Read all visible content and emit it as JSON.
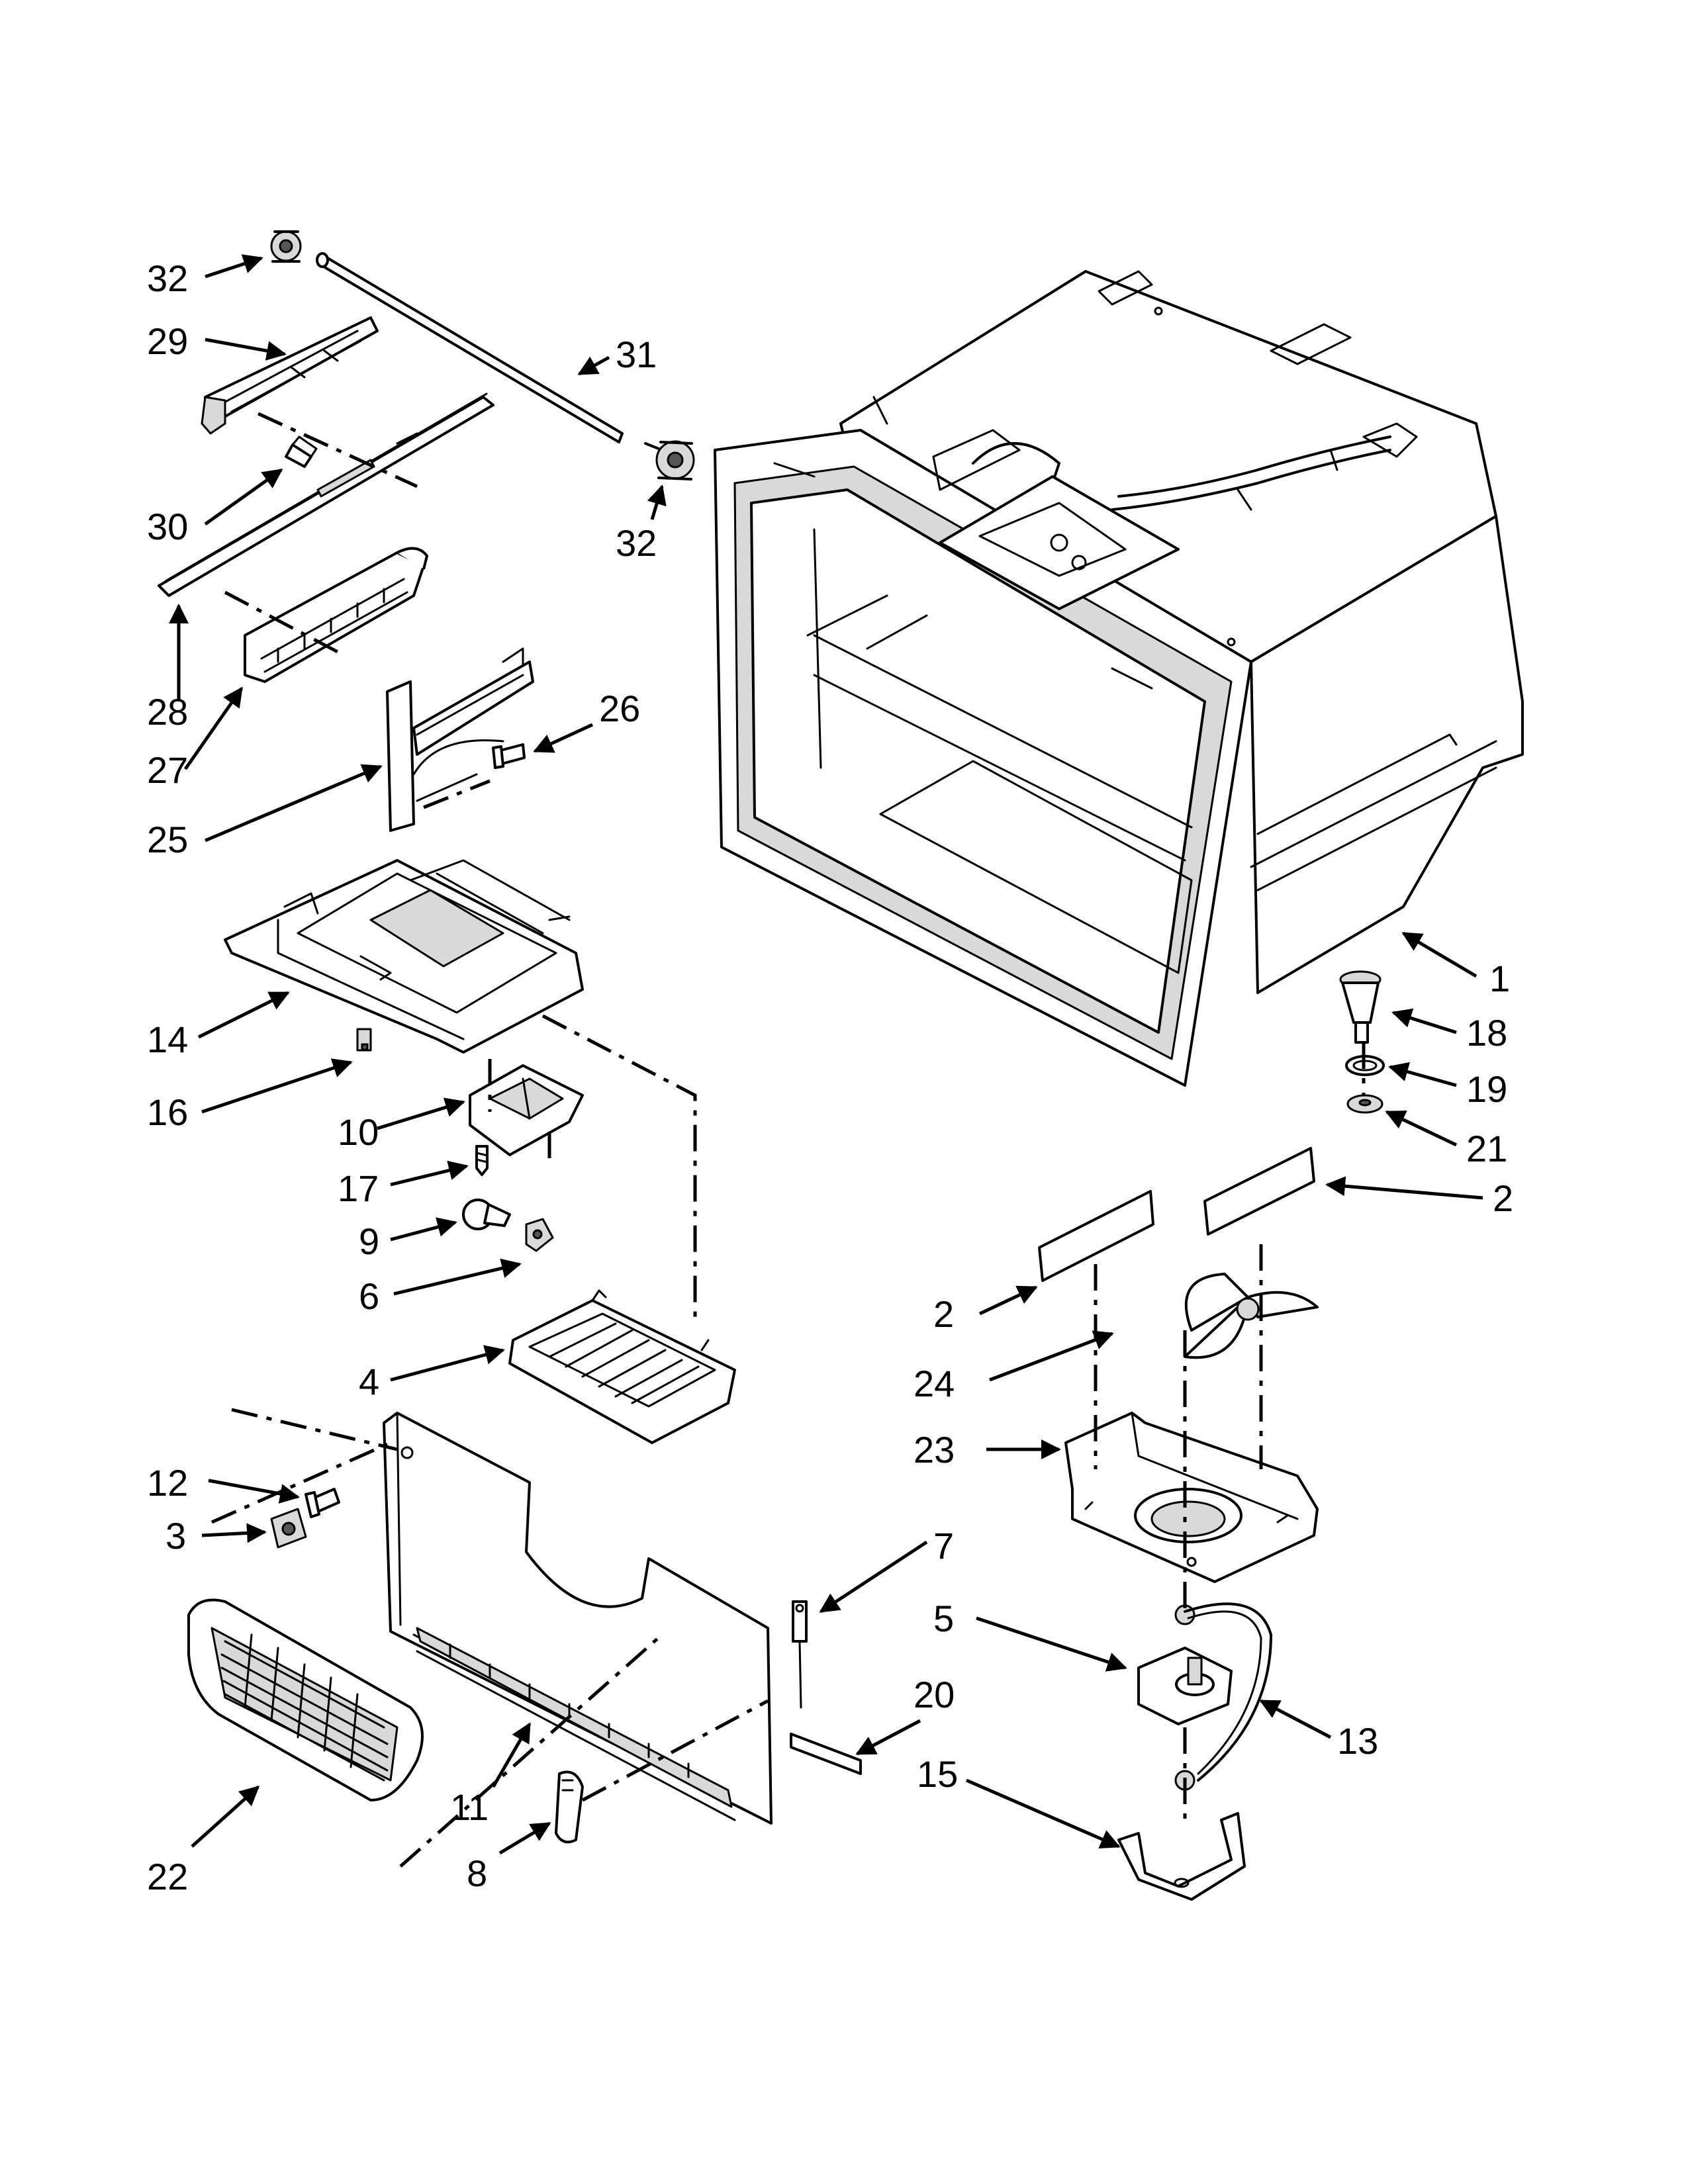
{
  "labels": {
    "p1": "1",
    "p2a": "2",
    "p2b": "2",
    "p3": "3",
    "p4": "4",
    "p5": "5",
    "p6": "6",
    "p7": "7",
    "p8": "8",
    "p9": "9",
    "p10": "10",
    "p11": "11",
    "p12": "12",
    "p13": "13",
    "p14": "14",
    "p15": "15",
    "p16": "16",
    "p17": "17",
    "p18": "18",
    "p19": "19",
    "p20": "20",
    "p21": "21",
    "p22": "22",
    "p23": "23",
    "p24": "24",
    "p25": "25",
    "p26": "26",
    "p27": "27",
    "p28": "28",
    "p29": "29",
    "p30": "30",
    "p31": "31",
    "p32a": "32",
    "p32b": "32"
  }
}
